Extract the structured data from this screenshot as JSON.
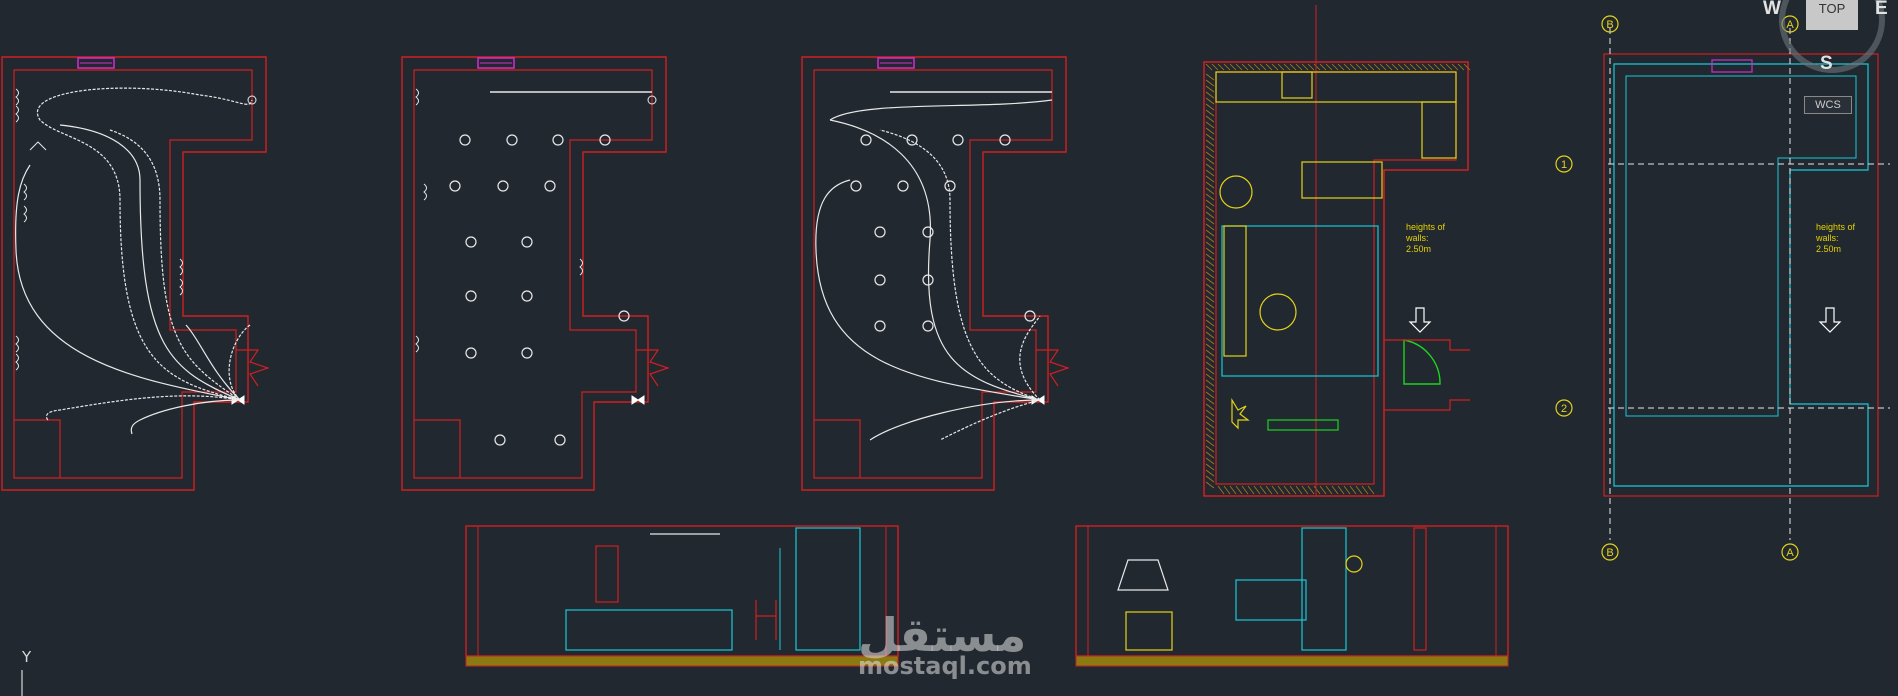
{
  "viewcube": {
    "top_label": "TOP",
    "west": "W",
    "east": "E",
    "south": "S",
    "wcs_label": "WCS"
  },
  "ucs": {
    "y_label": "Y"
  },
  "watermark": {
    "arabic": "مستقل",
    "site": "mostaql.com"
  },
  "notes": {
    "wall_height_1": "heights of\nwalls:\n2.50m",
    "wall_height_2": "heights of\nwalls:\n2.50m"
  },
  "grid_labels": {
    "B_top": "B",
    "A_top": "A",
    "B_bottom": "B",
    "A_bottom": "A",
    "row_1": "1",
    "row_2": "2"
  },
  "colors": {
    "background": "#212830",
    "wall": "#d11f1f",
    "cyan": "#19c7d6",
    "yellow": "#e3d31a",
    "magenta": "#d12ec8",
    "wire": "#e8e8e8",
    "floor": "#8a7a12"
  }
}
